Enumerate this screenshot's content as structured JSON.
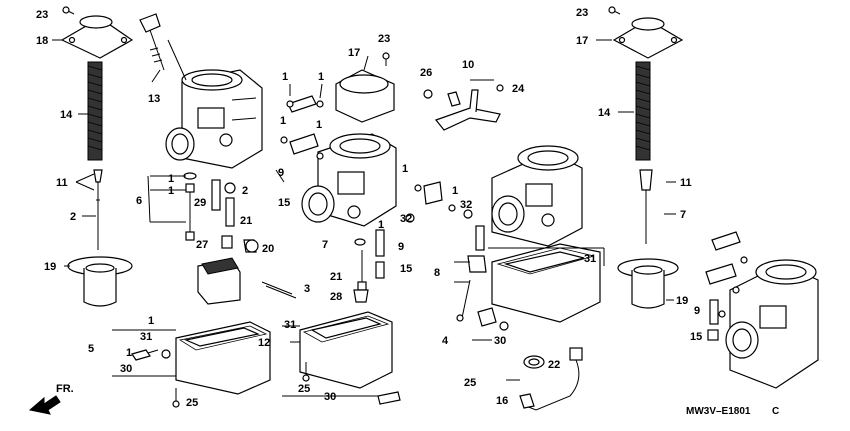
{
  "diagram_code": "MW3V–E1801",
  "diagram_code_suffix": "C",
  "front_label": "FR.",
  "callouts": [
    "1",
    "2",
    "3",
    "4",
    "5",
    "6",
    "7",
    "8",
    "9",
    "10",
    "11",
    "12",
    "13",
    "14",
    "15",
    "16",
    "17",
    "18",
    "19",
    "20",
    "21",
    "22",
    "23",
    "24",
    "25",
    "26",
    "27",
    "28",
    "29",
    "30",
    "31",
    "32"
  ]
}
